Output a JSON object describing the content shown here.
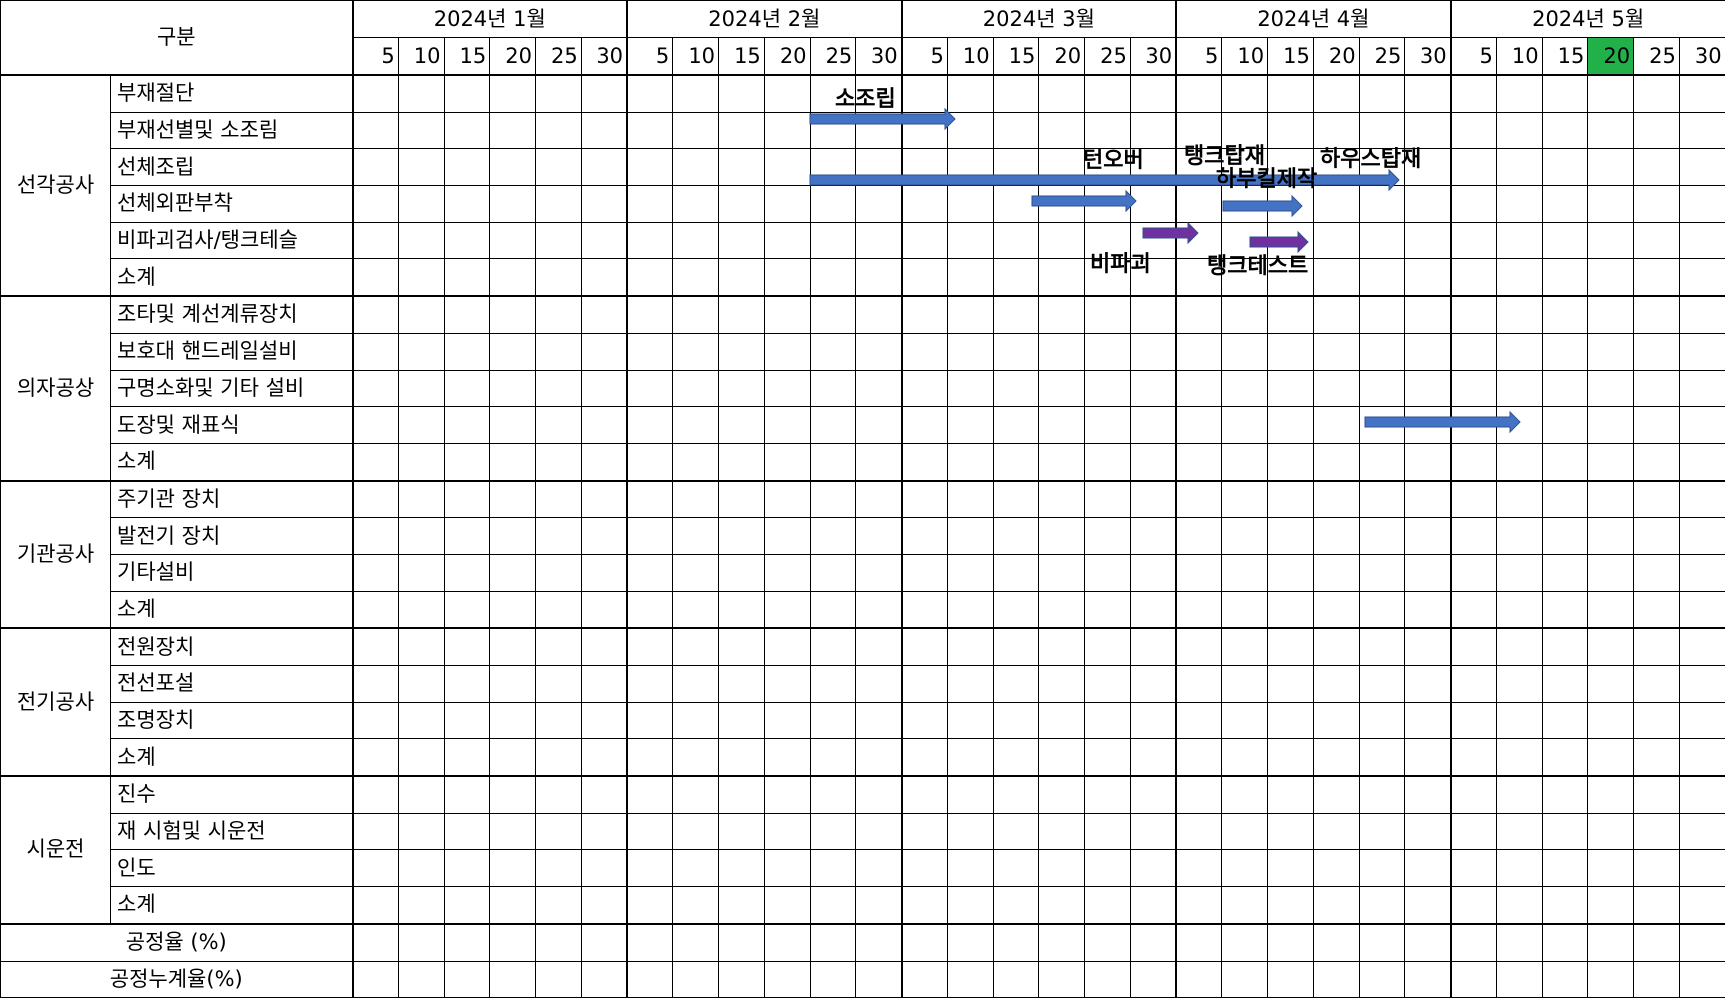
{
  "header": {
    "category_label": "구분",
    "months": [
      "2024년 1월",
      "2024년 2월",
      "2024년 3월",
      "2024년 4월",
      "2024년 5월"
    ],
    "days": [
      "5",
      "10",
      "15",
      "20",
      "25",
      "30"
    ],
    "highlight_color": "#22b04a"
  },
  "groups": [
    {
      "name": "선각공사",
      "items": [
        "부재절단",
        "부재선별및 소조림",
        "선체조립",
        "선체외판부착",
        "비파괴검사/탱크테슬",
        "소계"
      ]
    },
    {
      "name": "의자공상",
      "items": [
        "조타및 계선계류장치",
        "보호대 핸드레일설비",
        "구명소화및 기타 설비",
        "도장및 재표식",
        "소계"
      ]
    },
    {
      "name": "기관공사",
      "items": [
        "주기관 장치",
        "발전기 장치",
        "기타설비",
        "소계"
      ]
    },
    {
      "name": "전기공사",
      "items": [
        "전원장치",
        "전선포설",
        "조명장치",
        "소계"
      ]
    },
    {
      "name": "시운전",
      "items": [
        "진수",
        "재 시험및 시운전",
        "인도",
        "소계"
      ]
    }
  ],
  "footer": {
    "rate_label": "공정율 (%)",
    "cumulative_label": "공정누계율(%)"
  },
  "bars": [
    {
      "name": "소조립",
      "color": "#4472c4"
    },
    {
      "name": "선체조립",
      "color": "#4472c4"
    },
    {
      "name": "선체외판부착",
      "color": "#4472c4"
    },
    {
      "name": "하부킬제작",
      "color": "#4472c4"
    },
    {
      "name": "비파괴",
      "color": "#7030a0"
    },
    {
      "name": "탱크테스트",
      "color": "#7030a0"
    },
    {
      "name": "도장및 재표식",
      "color": "#4472c4"
    }
  ],
  "labels": {
    "sojorip": "소조립",
    "turnover": "턴오버",
    "tank_install": "탱크탑재",
    "house_install": "하우스탑재",
    "lower_keel": "하부킬제작",
    "ndt": "비파괴",
    "tank_test": "탱크테스트"
  }
}
